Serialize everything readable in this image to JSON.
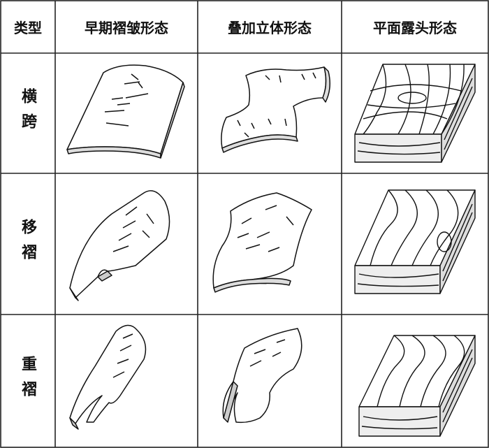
{
  "header": {
    "type_label": "类型",
    "col_early": "早期褶皱形态",
    "col_3d": "叠加立体形态",
    "col_outcrop": "平面露头形态"
  },
  "rows": [
    {
      "label": "横跨"
    },
    {
      "label": "移褶"
    },
    {
      "label": "重褶"
    }
  ]
}
